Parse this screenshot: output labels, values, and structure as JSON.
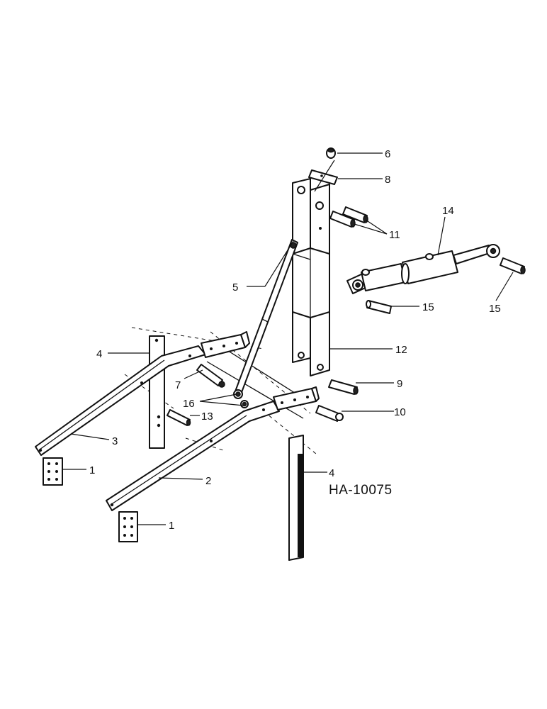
{
  "drawing_code": "HA-10075",
  "callouts": {
    "c1a": "1",
    "c1b": "1",
    "c2": "2",
    "c3": "3",
    "c4a": "4",
    "c4b": "4",
    "c5": "5",
    "c6": "6",
    "c7": "7",
    "c8": "8",
    "c9": "9",
    "c10": "10",
    "c11": "11",
    "c12": "12",
    "c13": "13",
    "c14": "14",
    "c15a": "15",
    "c15b": "15",
    "c16": "16"
  }
}
